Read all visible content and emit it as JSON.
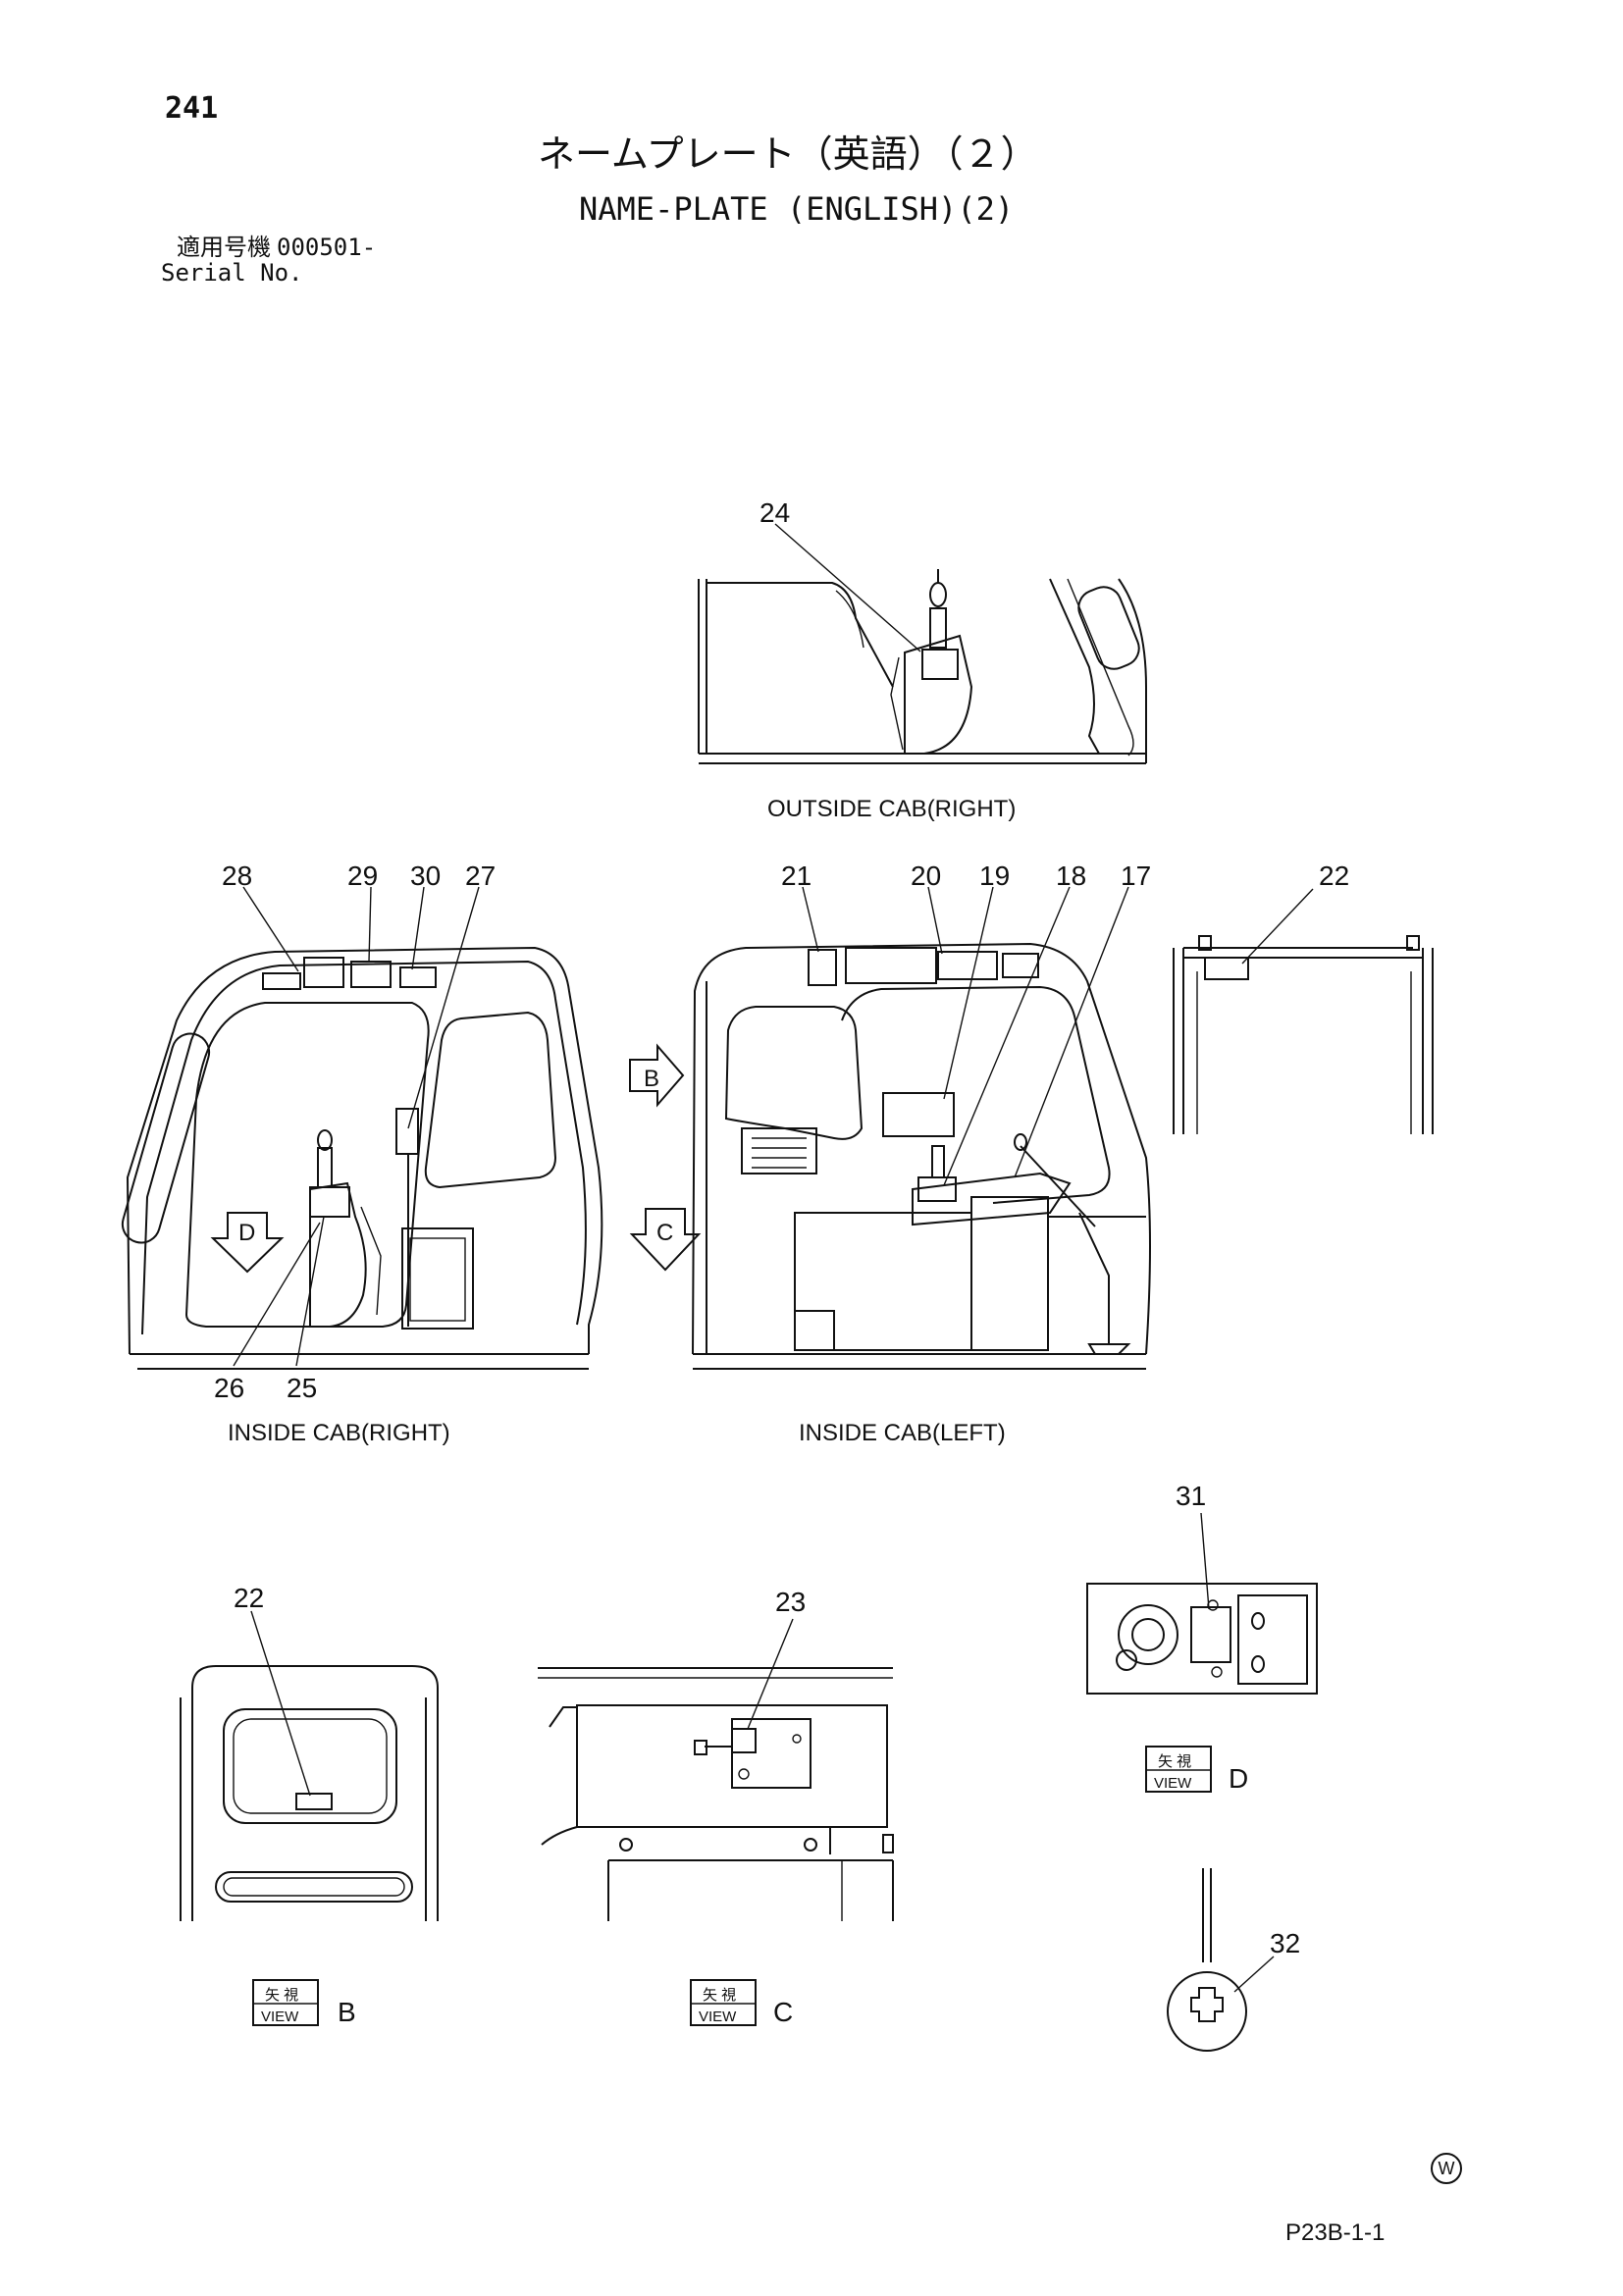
{
  "header": {
    "page_number": "241",
    "title_jp": "ネームプレート（英語）（２）",
    "title_en": "NAME-PLATE (ENGLISH)(2)",
    "serial_label_jp": "適用号機",
    "serial_range": "000501-",
    "serial_label_en": "Serial No."
  },
  "views": {
    "outside_cab_right": "OUTSIDE CAB(RIGHT)",
    "inside_cab_right": "INSIDE CAB(RIGHT)",
    "inside_cab_left": "INSIDE CAB(LEFT)"
  },
  "view_markers": {
    "b": "B",
    "c": "C",
    "d": "D"
  },
  "view_boxes": {
    "jp_label": "矢 視",
    "en_label": "VIEW",
    "b": "B",
    "c": "C",
    "d": "D"
  },
  "callouts": {
    "c17": "17",
    "c18": "18",
    "c19": "19",
    "c20": "20",
    "c21": "21",
    "c22a": "22",
    "c22b": "22",
    "c23": "23",
    "c24": "24",
    "c25": "25",
    "c26": "26",
    "c27": "27",
    "c28": "28",
    "c29": "29",
    "c30": "30",
    "c31": "31",
    "c32": "32"
  },
  "footer": {
    "mark": "W",
    "page_code": "P23B-1-1"
  }
}
